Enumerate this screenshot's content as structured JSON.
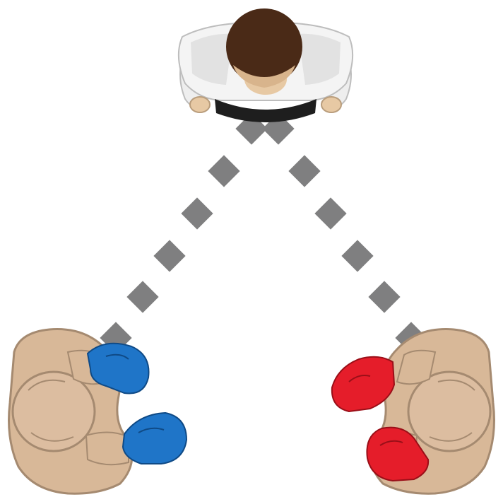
{
  "scene": {
    "colors": {
      "background": "#ffffff",
      "referee_shirt": "#f4f4f4",
      "referee_shirt_shadow": "#d9d9d9",
      "referee_hair": "#4a2a17",
      "referee_skin": "#e7c9a4",
      "referee_belt": "#1e1e1e",
      "sightline": "#7f7f80",
      "boxer_skin": "#d8b898",
      "boxer_outline": "#a58a70",
      "blue_glove": "#1f75c8",
      "red_glove": "#e51d2a"
    },
    "figures": {
      "referee": "referee-top-view",
      "blue_corner": "boxer-blue-gloves",
      "red_corner": "boxer-red-gloves"
    }
  }
}
